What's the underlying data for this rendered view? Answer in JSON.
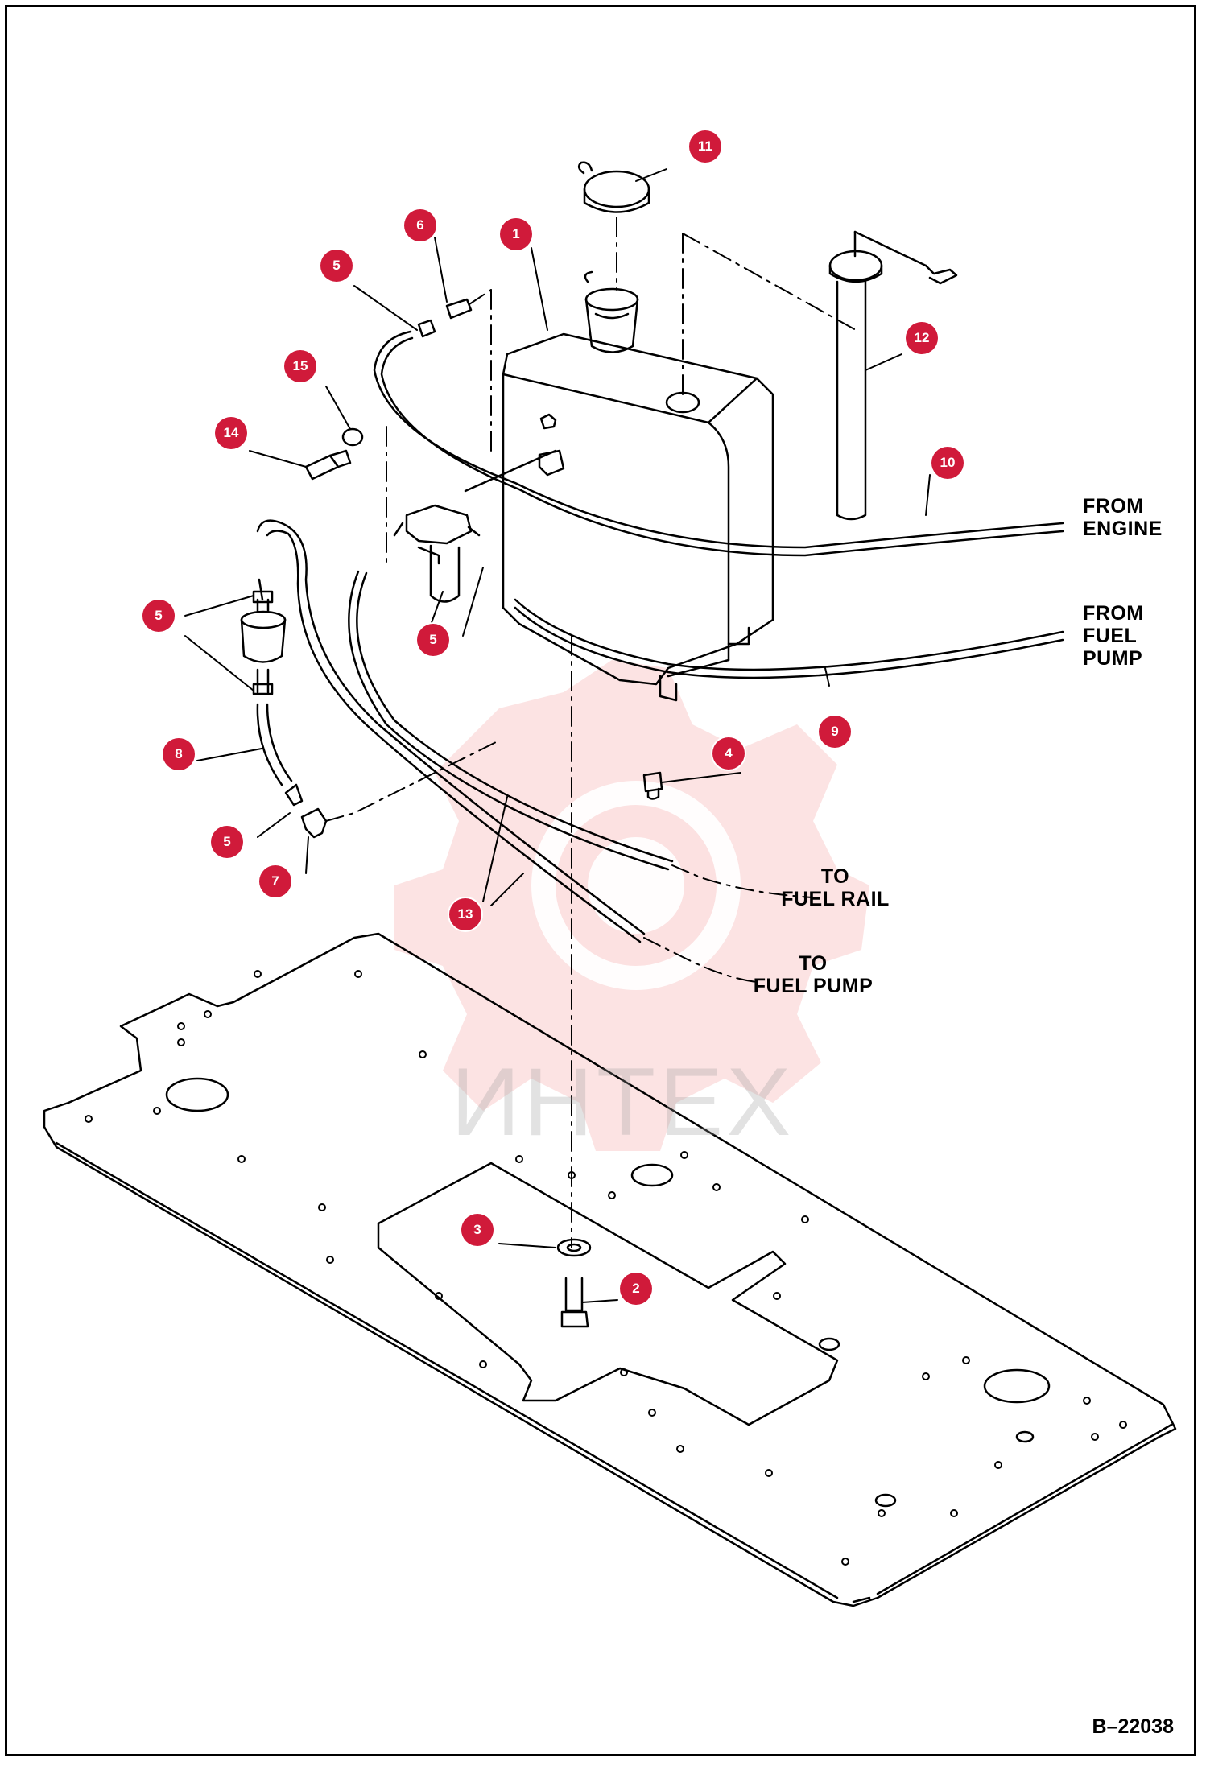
{
  "labels": {
    "from_engine": [
      "FROM",
      "ENGINE"
    ],
    "from_fuel_pump": [
      "FROM",
      "FUEL",
      "PUMP"
    ],
    "to_fuel_rail": [
      "TO",
      "FUEL RAIL"
    ],
    "to_fuel_pump": [
      "TO",
      "FUEL PUMP"
    ]
  },
  "drawing_number": "B–22038",
  "watermark": "ИНТЕХ",
  "colors": {
    "callout": "#d01a3a",
    "line": "#000000",
    "watermark": "#f08080"
  },
  "callouts": [
    {
      "id": "1",
      "label": "1"
    },
    {
      "id": "2",
      "label": "2"
    },
    {
      "id": "3",
      "label": "3"
    },
    {
      "id": "4",
      "label": "4"
    },
    {
      "id": "5a",
      "label": "5"
    },
    {
      "id": "5b",
      "label": "5"
    },
    {
      "id": "5c",
      "label": "5"
    },
    {
      "id": "5d",
      "label": "5"
    },
    {
      "id": "6",
      "label": "6"
    },
    {
      "id": "7",
      "label": "7"
    },
    {
      "id": "8",
      "label": "8"
    },
    {
      "id": "9",
      "label": "9"
    },
    {
      "id": "10",
      "label": "10"
    },
    {
      "id": "11",
      "label": "11"
    },
    {
      "id": "12",
      "label": "12"
    },
    {
      "id": "13",
      "label": "13"
    },
    {
      "id": "14",
      "label": "14"
    },
    {
      "id": "15",
      "label": "15"
    }
  ]
}
